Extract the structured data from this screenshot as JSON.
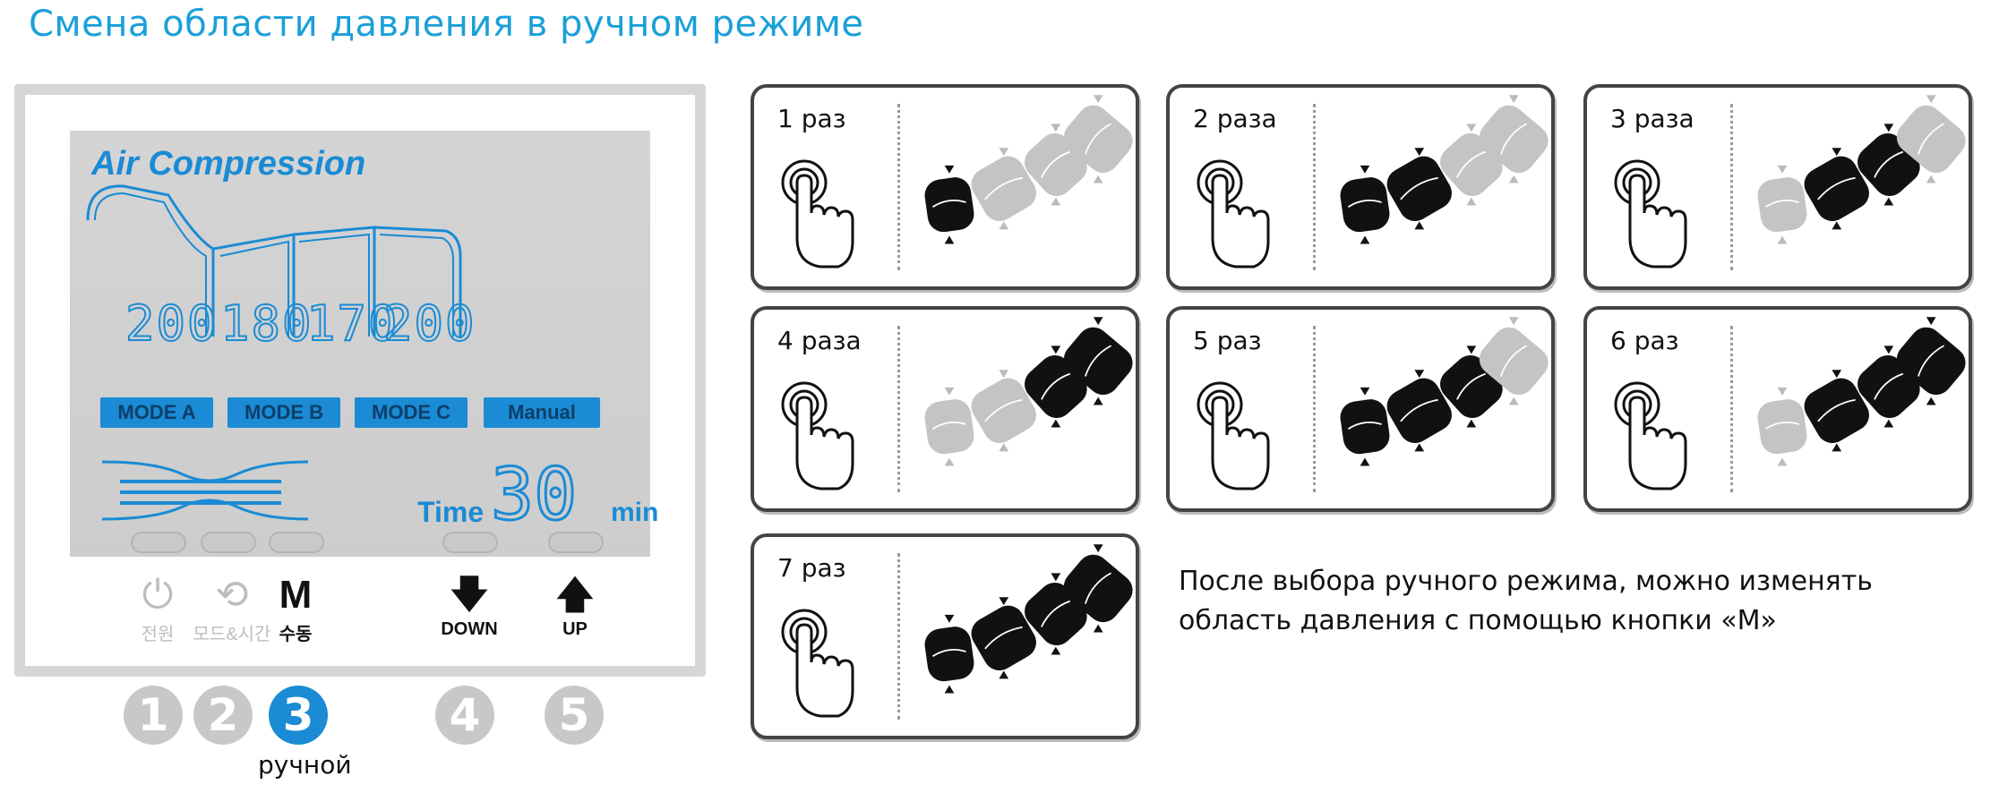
{
  "title": "Смена области давления в ручном режиме",
  "device": {
    "lcd_title": "Air Compression",
    "chambers": [
      "200",
      "180",
      "170",
      "200"
    ],
    "modes": [
      "MODE A",
      "MODE B",
      "MODE C",
      "Manual"
    ],
    "time_label": "Time",
    "time_value": "30",
    "time_unit": "min",
    "controls": [
      {
        "glyph": "⏻",
        "sub": "전원",
        "icon": "power-icon"
      },
      {
        "glyph": "⟲",
        "sub": "모드&시간",
        "icon": "mode-cycle-icon"
      },
      {
        "glyph": "M",
        "sub": "수동",
        "icon": "manual-icon"
      },
      {
        "glyph": "🡇",
        "sub": "DOWN",
        "icon": "down-arrow-icon"
      },
      {
        "glyph": "🡅",
        "sub": "UP",
        "icon": "up-arrow-icon"
      }
    ],
    "numbers": [
      "1",
      "2",
      "3",
      "4",
      "5"
    ],
    "active_number": "3",
    "active_caption": "ручной"
  },
  "steps": [
    {
      "label": "1 раз",
      "active": [
        0
      ]
    },
    {
      "label": "2 раза",
      "active": [
        0,
        1
      ]
    },
    {
      "label": "3 раза",
      "active": [
        1,
        2
      ]
    },
    {
      "label": "4 раза",
      "active": [
        2,
        3
      ]
    },
    {
      "label": "5 раз",
      "active": [
        0,
        1,
        2
      ]
    },
    {
      "label": "6 раз",
      "active": [
        1,
        2,
        3
      ]
    },
    {
      "label": "7 раз",
      "active": [
        0,
        1,
        2,
        3
      ]
    }
  ],
  "note": {
    "line1": "После выбора ручного режима, можно изменять",
    "line2": "область давления с помощью кнопки «M»"
  },
  "colors": {
    "accent": "#1a8bd4",
    "title": "#1aa0d8",
    "active_segment": "#111111",
    "inactive_segment": "#c4c4c4"
  }
}
